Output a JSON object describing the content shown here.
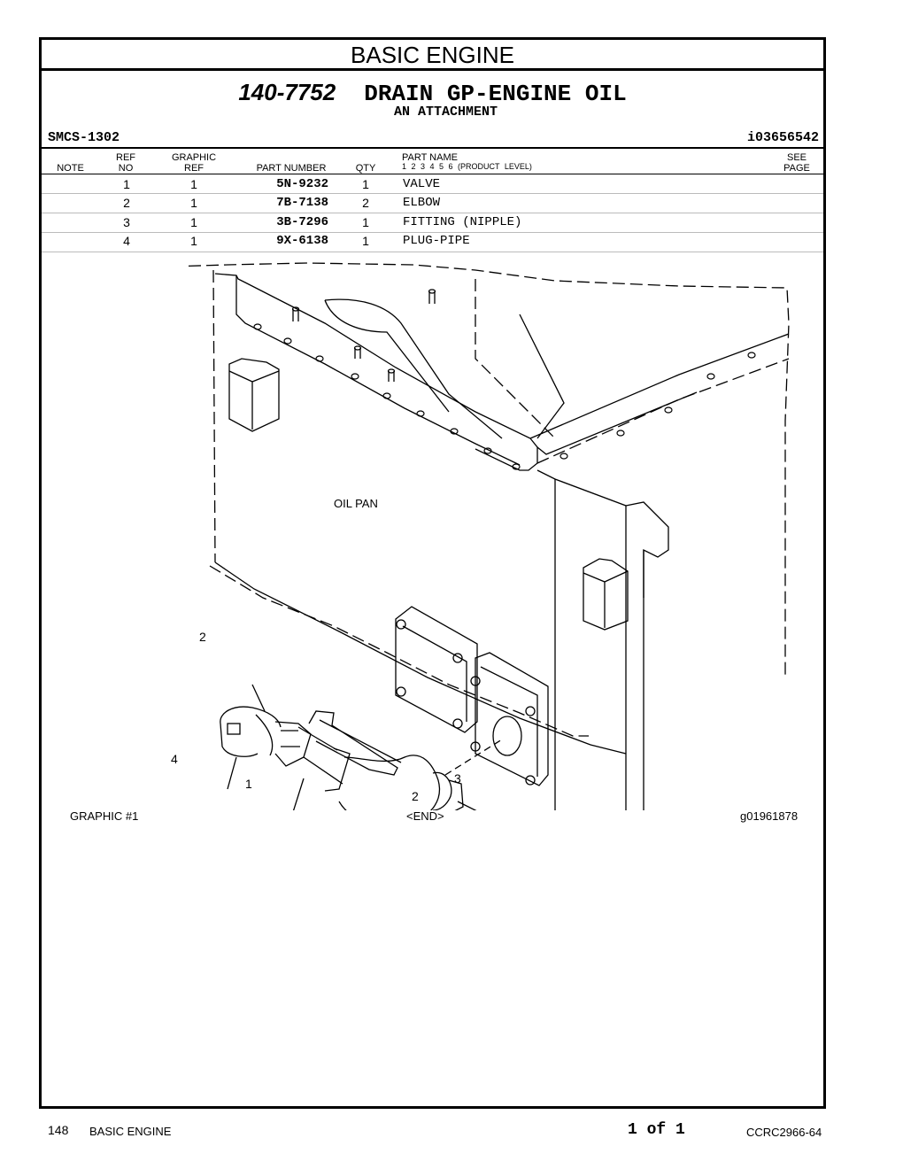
{
  "section_title": "BASIC ENGINE",
  "group_number": "140-7752",
  "group_name": "DRAIN GP-ENGINE OIL",
  "subtitle": "AN ATTACHMENT",
  "smcs": "SMCS-1302",
  "ident": "i03656542",
  "table_headers": {
    "note": "NOTE",
    "ref_1": "REF",
    "ref_2": "NO",
    "graphic_1": "GRAPHIC",
    "graphic_2": "REF",
    "part_number": "PART NUMBER",
    "qty": "QTY",
    "part_name_1": "PART NAME",
    "part_name_2": "1 2 3 4 5 6 (PRODUCT LEVEL)",
    "see_1": "SEE",
    "see_2": "PAGE"
  },
  "parts": [
    {
      "ref": "1",
      "graphic": "1",
      "part_number": "5N-9232",
      "qty": "1",
      "name": "VALVE"
    },
    {
      "ref": "2",
      "graphic": "1",
      "part_number": "7B-7138",
      "qty": "2",
      "name": "ELBOW"
    },
    {
      "ref": "3",
      "graphic": "1",
      "part_number": "3B-7296",
      "qty": "1",
      "name": "FITTING (NIPPLE)"
    },
    {
      "ref": "4",
      "graphic": "1",
      "part_number": "9X-6138",
      "qty": "1",
      "name": "PLUG-PIPE"
    }
  ],
  "drawing": {
    "oil_pan_label": "OIL PAN",
    "callouts": [
      "2",
      "4",
      "1",
      "3",
      "2"
    ]
  },
  "captions": {
    "graphic": "GRAPHIC #1",
    "end": "<END>",
    "graphic_id": "g01961878"
  },
  "footer": {
    "page_number": "148",
    "section": "BASIC ENGINE",
    "page_of": "1 of 1",
    "doc_id": "CCRC2966-64"
  }
}
